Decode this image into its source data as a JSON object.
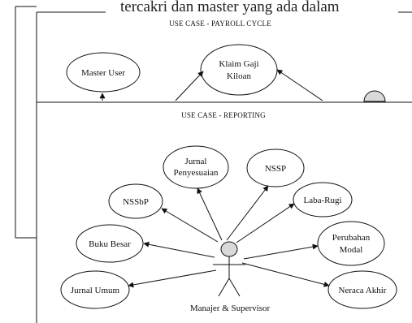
{
  "top_fragment_text": "tercakri dan master yang ada dalam",
  "panels": {
    "payroll": {
      "title": "USE CASE - PAYROLL CYCLE"
    },
    "reporting": {
      "title": "USE CASE - REPORTING"
    }
  },
  "payroll_use_cases": {
    "master_user": "Master User",
    "klaim_gaji": {
      "line1": "Klaim Gaji",
      "line2": "Kiloan"
    }
  },
  "reporting_use_cases": {
    "jurnal_penyesuaian": {
      "line1": "Jurnal",
      "line2": "Penyesuaian"
    },
    "nssp": "NSSP",
    "nssbp": "NSSbP",
    "laba_rugi": "Laba-Rugi",
    "buku_besar": "Buku Besar",
    "perubahan_modal": {
      "line1": "Perubahan",
      "line2": "Modal"
    },
    "jurnal_umum": "Jurnal Umum",
    "neraca_akhir": "Neraca Akhir"
  },
  "actor": {
    "label": "Manajer & Supervisor"
  },
  "colors": {
    "stroke": "#111111",
    "actor_fill": "#d9d9d9",
    "background": "#ffffff"
  }
}
